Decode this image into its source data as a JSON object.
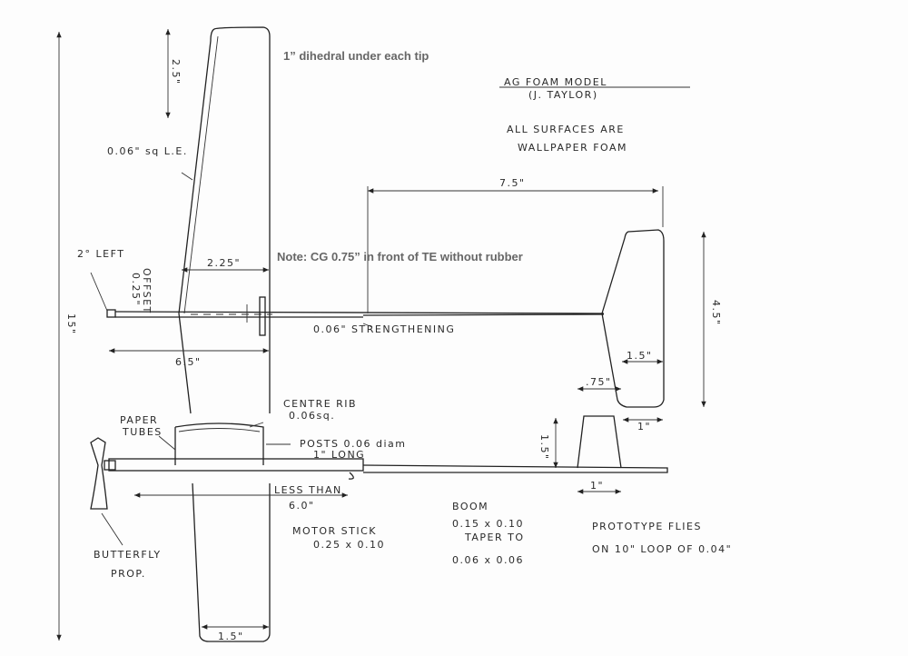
{
  "title": "AG FOAM MODEL",
  "author": "(J. TAYLOR)",
  "note_surfaces_1": "ALL SURFACES ARE",
  "note_surfaces_2": "WALLPAPER FOAM",
  "note_dihedral": "1” dihedral under each tip",
  "note_cg": "Note: CG 0.75” in front of TE without rubber",
  "dims": {
    "span": "15\"",
    "tip_panel": "2.5\"",
    "boom_length": "7.5\"",
    "stab_span": "4.5\"",
    "chord_root": "2.25\"",
    "nose_to_te": "6.5\"",
    "tip_chord": "1.5\"",
    "stab_root": "1.5\"",
    "stab_tip": ".75\"",
    "stab_tip2": "1\"",
    "fin_height": "1.5\"",
    "fin_base": "1\"",
    "offset": "0.25\"",
    "offset_label": "OFFSET"
  },
  "labels": {
    "le_spar": "0.06\" sq L.E.",
    "thrust": "2° LEFT",
    "strengthening": "0.06\" STRENGTHENING",
    "centre_rib_1": "CENTRE RIB",
    "centre_rib_2": "0.06sq.",
    "paper_tubes_1": "PAPER",
    "paper_tubes_2": "TUBES",
    "posts_1": "POSTS 0.06 diam",
    "posts_2": "1\" LONG",
    "less_than_1": "LESS THAN",
    "less_than_2": "6.0\"",
    "motor_stick_1": "MOTOR STICK",
    "motor_stick_2": "0.25 x 0.10",
    "prop_1": "BUTTERFLY",
    "prop_2": "PROP.",
    "boom_1": "BOOM",
    "boom_2": "0.15 x 0.10",
    "boom_3": "TAPER TO",
    "boom_4": "0.06 x 0.06",
    "proto_1": "PROTOTYPE FLIES",
    "proto_2": "ON 10\" LOOP OF 0.04\""
  }
}
